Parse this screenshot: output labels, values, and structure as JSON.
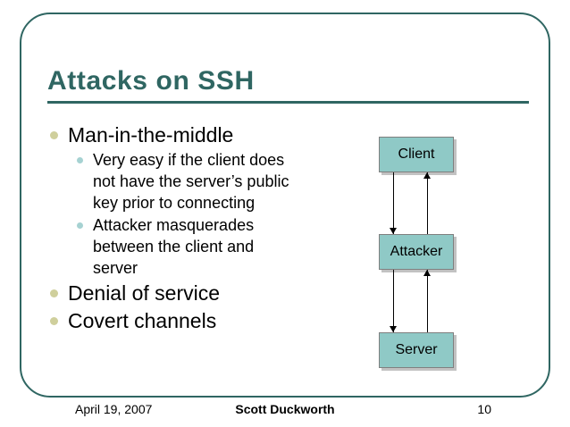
{
  "slide": {
    "title": "Attacks on SSH",
    "accent_color": "#2f6662",
    "bullet_level1_color": "#cfcf9c",
    "bullet_level2_color": "#a6d2d2"
  },
  "bullets": [
    {
      "level": 1,
      "text": "Man-in-the-middle"
    },
    {
      "level": 2,
      "text": "Very easy if the client does not have the server’s public key prior to connecting"
    },
    {
      "level": 2,
      "text": "Attacker masquerades between the client and server"
    },
    {
      "level": 1,
      "text": "Denial of service"
    },
    {
      "level": 1,
      "text": "Covert channels"
    }
  ],
  "diagram": {
    "box_fill": "#8fc9c6",
    "box_border": "#7f7f7f",
    "nodes": [
      {
        "id": "client",
        "label": "Client"
      },
      {
        "id": "attacker",
        "label": "Attacker"
      },
      {
        "id": "server",
        "label": "Server"
      }
    ],
    "arrows": [
      {
        "from": "client",
        "to": "attacker",
        "direction": "down"
      },
      {
        "from": "attacker",
        "to": "client",
        "direction": "up"
      },
      {
        "from": "attacker",
        "to": "server",
        "direction": "down"
      },
      {
        "from": "server",
        "to": "attacker",
        "direction": "up"
      }
    ]
  },
  "footer": {
    "date": "April 19, 2007",
    "author": "Scott Duckworth",
    "page_number": "10"
  }
}
